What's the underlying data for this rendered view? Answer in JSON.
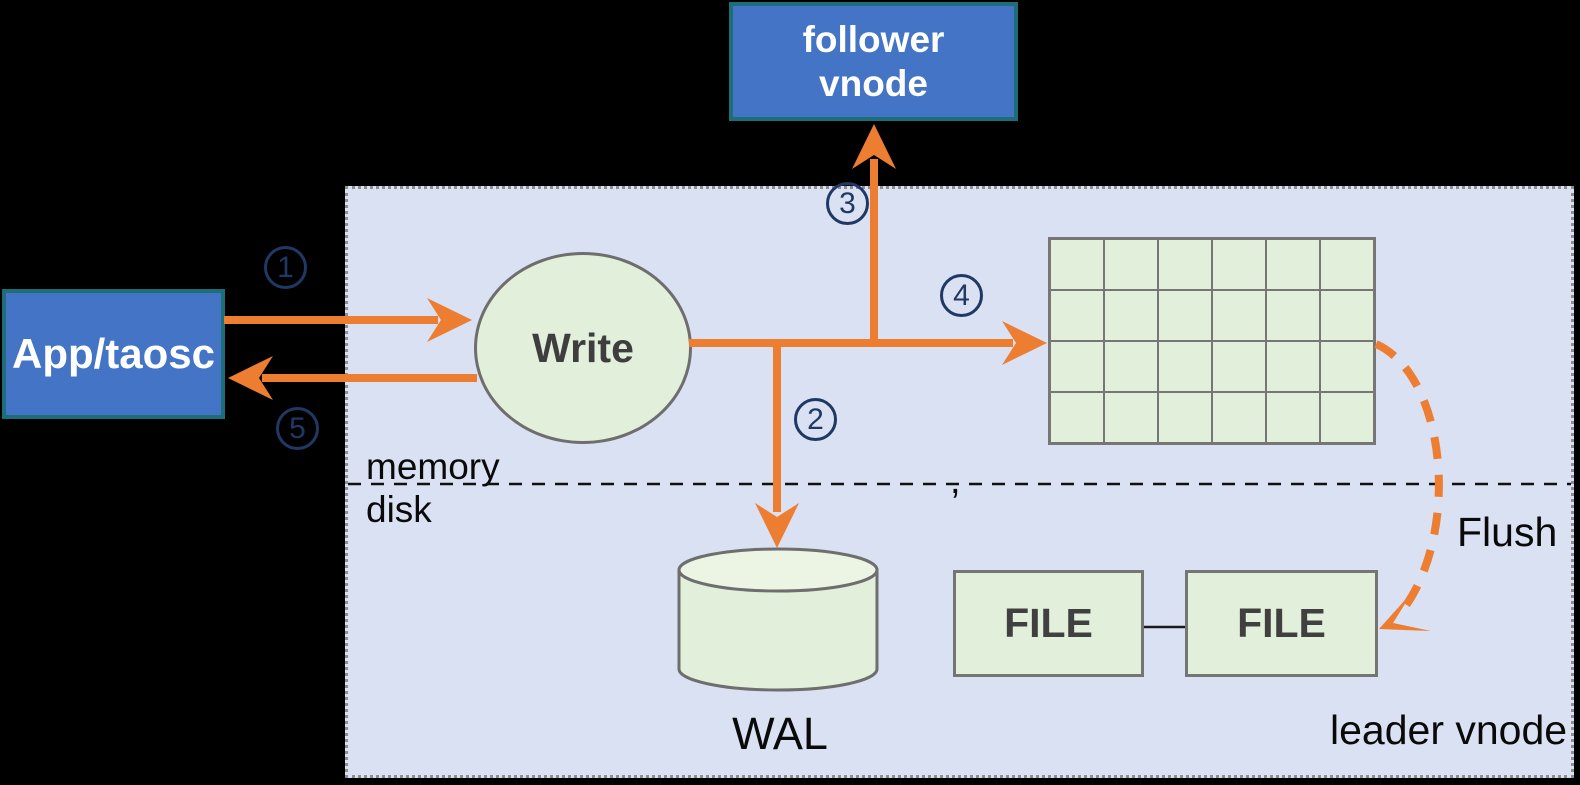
{
  "colors": {
    "background": "#000000",
    "panel_fill": "#D9E1F2",
    "node_blue": "#4474C5",
    "node_blue_border": "#1D6E78",
    "green_fill": "#E2EFDA",
    "shape_border": "#757575",
    "arrow_orange": "#ED7D31",
    "step_navy": "#1F3864",
    "dark_text": "#3E3E3E"
  },
  "nodes": {
    "app": {
      "label": "App/taosc"
    },
    "follower_vnode": {
      "line1": "follower",
      "line2": "vnode"
    },
    "write": {
      "label": "Write"
    },
    "wal": {
      "label": "WAL"
    },
    "file_left": {
      "label": "FILE"
    },
    "file_right": {
      "label": "FILE"
    }
  },
  "region": {
    "memory_label": "memory",
    "disk_label": "disk",
    "leader_label": "leader vnode",
    "divider_comma": ","
  },
  "flow": {
    "steps": [
      "1",
      "2",
      "3",
      "4",
      "5"
    ],
    "flush_label": "Flush"
  },
  "memtable_grid": {
    "rows": 4,
    "cols": 6
  }
}
